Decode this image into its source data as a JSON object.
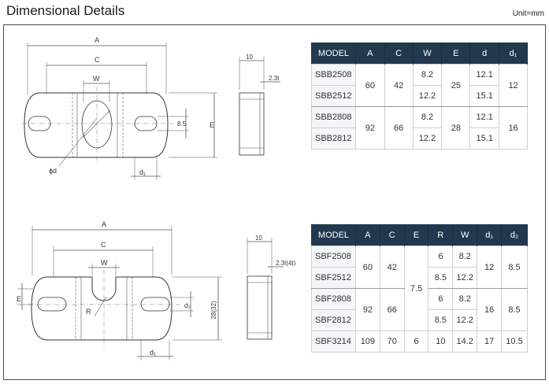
{
  "header": {
    "title": "Dimensional Details",
    "unit": "Unit=mm"
  },
  "sbb": {
    "drawing": {
      "dim_A": "A",
      "dim_C": "C",
      "dim_W": "W",
      "dim_E": "E",
      "dim_d": "ϕd",
      "dim_d1": "d₁",
      "dim_slot": "8.5",
      "side_width": "10",
      "side_thick": "2.3t"
    },
    "table": {
      "headers": [
        "MODEL",
        "A",
        "C",
        "W",
        "E",
        "d",
        "d₁"
      ],
      "rows": [
        {
          "model": "SBB2508",
          "A": "60",
          "C": "42",
          "W": "8.2",
          "E": "25",
          "d": "12.1",
          "d1": "12"
        },
        {
          "model": "SBB2512",
          "W": "12.2",
          "d": "15.1"
        },
        {
          "model": "SBB2808",
          "A": "92",
          "C": "66",
          "W": "8.2",
          "E": "28",
          "d": "12.1",
          "d1": "16"
        },
        {
          "model": "SBB2812",
          "W": "12.2",
          "d": "15.1"
        }
      ]
    }
  },
  "sbf": {
    "drawing": {
      "dim_A": "A",
      "dim_C": "C",
      "dim_W": "W",
      "dim_E": "E",
      "dim_R": "R",
      "dim_d1": "d₁",
      "dim_d2": "d₂",
      "dim_height": "28(32)",
      "side_width": "10",
      "side_thick": "2.3t(4t)"
    },
    "table": {
      "headers": [
        "MODEL",
        "A",
        "C",
        "E",
        "R",
        "W",
        "d₁",
        "d₂"
      ],
      "rows": [
        {
          "model": "SBF2508",
          "A": "60",
          "C": "42",
          "E": "7.5",
          "R": "6",
          "W": "8.2",
          "d1": "12",
          "d2": "8.5"
        },
        {
          "model": "SBF2512",
          "R": "8.5",
          "W": "12.2"
        },
        {
          "model": "SBF2808",
          "A": "92",
          "C": "66",
          "R": "6",
          "W": "8.2",
          "d1": "16",
          "d2": "8.5"
        },
        {
          "model": "SBF2812",
          "R": "8.5",
          "W": "12.2"
        },
        {
          "model": "SBF3214",
          "A": "109",
          "C": "70",
          "E": "6",
          "R": "10",
          "W": "14.2",
          "d1": "17",
          "d2": "10.5"
        }
      ]
    }
  }
}
